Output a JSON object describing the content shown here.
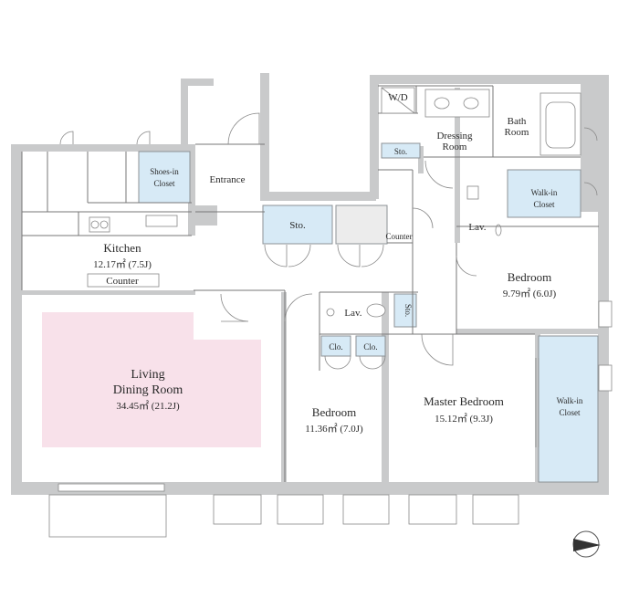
{
  "rooms": {
    "living": {
      "name1": "Living",
      "name2": "Dining Room",
      "area": "34.45㎡ (21.2J)"
    },
    "kitchen": {
      "name": "Kitchen",
      "area": "12.17㎡ (7.5J)"
    },
    "counter_kitchen": "Counter",
    "counter_corridor": "Counter",
    "shoes_closet": {
      "line1": "Shoes-in",
      "line2": "Closet"
    },
    "entrance": "Entrance",
    "storage_main": "Sto.",
    "storage_wd": "Sto.",
    "storage_lav": "Sto.",
    "wd": "W/D",
    "dressing": {
      "line1": "Dressing",
      "line2": "Room"
    },
    "bath": {
      "line1": "Bath",
      "line2": "Room"
    },
    "walkin_upper": {
      "line1": "Walk-in",
      "line2": "Closet"
    },
    "walkin_master": {
      "line1": "Walk-in",
      "line2": "Closet"
    },
    "lav_upper": "Lav.",
    "lav_lower": "Lav.",
    "closet_a": "Clo.",
    "closet_b": "Clo.",
    "bedroom_east": {
      "name": "Bedroom",
      "area": "9.79㎡ (6.0J)"
    },
    "bedroom_south": {
      "name": "Bedroom",
      "area": "11.36㎡ (7.0J)"
    },
    "master": {
      "name": "Master Bedroom",
      "area": "15.12㎡ (9.3J)"
    }
  },
  "colors": {
    "wall": "#c9cacb",
    "storage_blue": "#d7eaf6",
    "living_pink": "#f8e1ea",
    "storage_grey": "#ececec"
  },
  "icons": {
    "north": "north-arrow-icon"
  }
}
